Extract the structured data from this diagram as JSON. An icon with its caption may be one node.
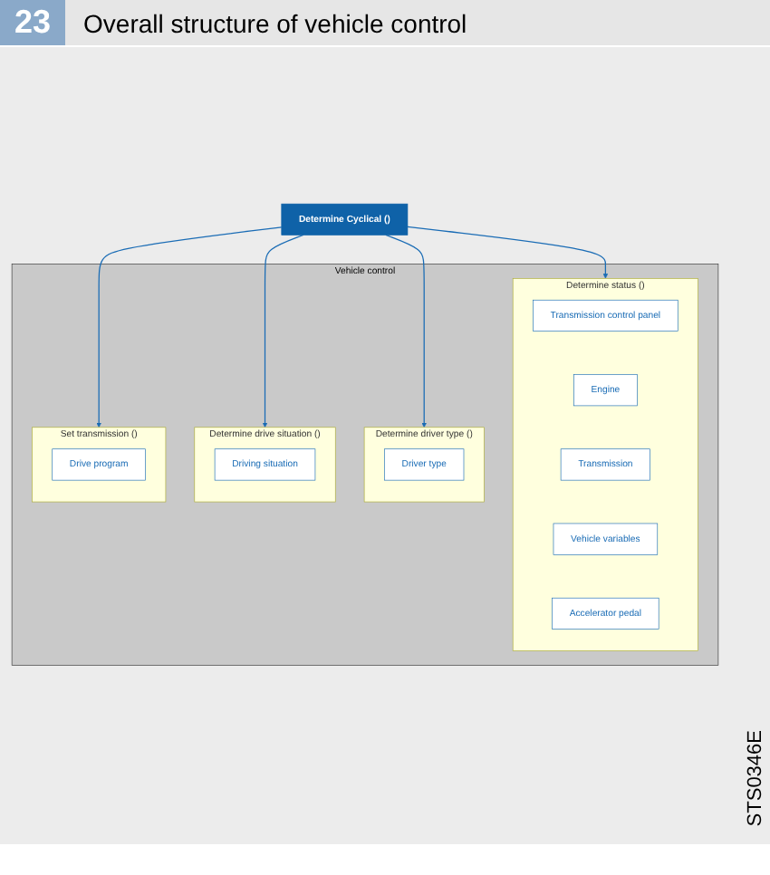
{
  "diagram": {
    "title": "Overall structure of vehicle control",
    "nodes": [
      {
        "text": [
          "Determine Cyclical ()"
        ]
      },
      {
        "text": [
          "Vehicle control"
        ]
      },
      {
        "text": [
          "Determine status ()"
        ],
        "in": 1
      },
      {
        "text": [
          "Transmission control panel"
        ],
        "in": 2
      },
      {
        "text": [
          "Engine"
        ],
        "in": 2
      },
      {
        "text": [
          "Transmission"
        ],
        "in": 2
      },
      {
        "text": [
          "Vehicle variables"
        ],
        "in": 2
      },
      {
        "text": [
          "Accelerator pedal"
        ],
        "in": 2
      },
      {
        "text": [
          "Determine driver type ()"
        ],
        "in": 1
      },
      {
        "text": [
          "Driver type"
        ],
        "in": 8
      },
      {
        "text": [
          "Determine drive situation ()"
        ],
        "in": 1
      },
      {
        "text": [
          "Driving situation"
        ],
        "in": 10
      },
      {
        "text": [
          "Set transmission ()"
        ],
        "in": 1
      },
      {
        "text": [
          "Drive program"
        ],
        "in": 12
      }
    ],
    "edges": [
      {
        "from": 0,
        "to": 2,
        "arrow": "to"
      },
      {
        "from": 0,
        "to": 8,
        "arrow": "to"
      },
      {
        "from": 0,
        "to": 10,
        "arrow": "to"
      },
      {
        "from": 0,
        "to": 12,
        "arrow": "to"
      }
    ],
    "labels": [
      "23",
      "STS0346E"
    ]
  }
}
